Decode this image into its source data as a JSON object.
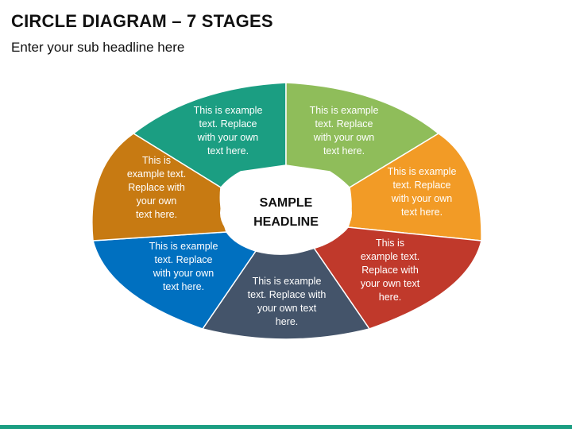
{
  "slide": {
    "title": "CIRCLE DIAGRAM – 7 STAGES",
    "subtitle": "Enter your sub headline here"
  },
  "center": {
    "text": "SAMPLE\nHEADLINE"
  },
  "segments": [
    {
      "id": "top-left",
      "color": "#1b9e82",
      "text": "This is example\ntext. Replace\nwith your own\ntext here."
    },
    {
      "id": "top-right",
      "color": "#8fbd5a",
      "text": "This is example\ntext. Replace\nwith your own\ntext here."
    },
    {
      "id": "right",
      "color": "#f29b26",
      "text": "This is example\ntext. Replace\nwith your own\ntext here."
    },
    {
      "id": "bottom-right",
      "color": "#c0392b",
      "text": "This is\nexample text.\nReplace with\nyour own text\nhere."
    },
    {
      "id": "bottom",
      "color": "#44546a",
      "text": "This is example\ntext. Replace with\nyour own text\nhere."
    },
    {
      "id": "left",
      "color": "#0070c0",
      "text": "This is example\ntext. Replace\nwith your own\ntext here."
    },
    {
      "id": "upper-left",
      "color": "#c77a12",
      "text": "This is\nexample text.\nReplace with\nyour own\ntext here."
    }
  ],
  "footer": {
    "color": "#1b9e82"
  }
}
